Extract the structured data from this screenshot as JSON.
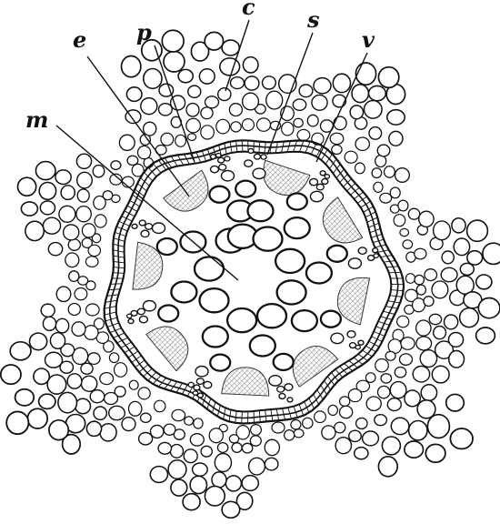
{
  "labels": {
    "c": "c",
    "e": "e",
    "m": "m",
    "p": "p",
    "s": "s",
    "v": "v"
  },
  "colors": {
    "ink": "#111111",
    "paper": "#ffffff",
    "phloem_hatch": "#7a7a7a"
  }
}
